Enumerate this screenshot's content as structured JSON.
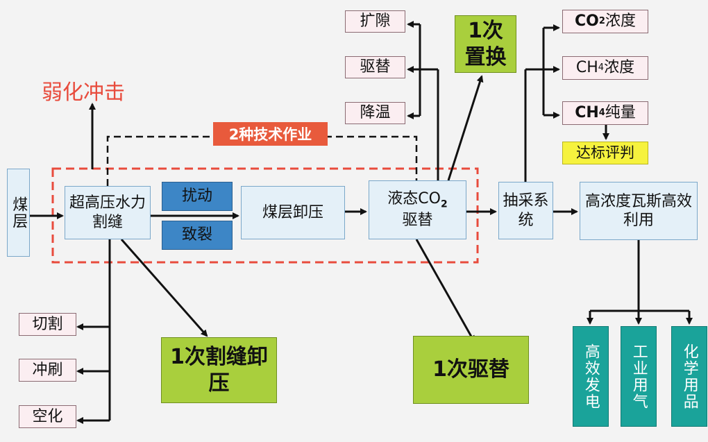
{
  "nodes": {
    "coal_seam": "煤层",
    "hydraulic_slotting": "超高压水力割缝",
    "disturb": "扰动",
    "fracture": "致裂",
    "pressure_relief": "煤层卸压",
    "liquid_co2_label": "液态CO",
    "liquid_co2_sub": "2",
    "liquid_co2_suffix": "驱替",
    "extraction": "抽采系统",
    "utilization": "高浓度瓦斯高效利用",
    "weaken_impact": "弱化冲击",
    "tech_label": "2种技术作业",
    "first_slot": "1次割缝卸压",
    "first_displace": "1次驱替",
    "first_replace": "1次置换",
    "expand_pore": "扩隙",
    "drive": "驱替",
    "cool": "降温",
    "cut": "切割",
    "flush": "冲刷",
    "hollow": "空化",
    "co2_conc_a": "CO",
    "co2_conc_sub": "2",
    "co2_conc_b": "浓度",
    "ch4_conc_a": "CH",
    "ch4_conc_sub": "4",
    "ch4_conc_b": "浓度",
    "ch4_purity_a": "CH",
    "ch4_purity_sub": "4",
    "ch4_purity_b": "纯量",
    "evaluate": "达标评判",
    "power": "高效发电",
    "industrial_gas": "工业用气",
    "chemicals": "化学用品"
  },
  "colors": {
    "red_accent": "#e84b3c",
    "green_box": "#a9cf3d",
    "blue_box": "#3d86c6",
    "teal_box": "#1aa39a",
    "yellow_box": "#f6f23e"
  }
}
